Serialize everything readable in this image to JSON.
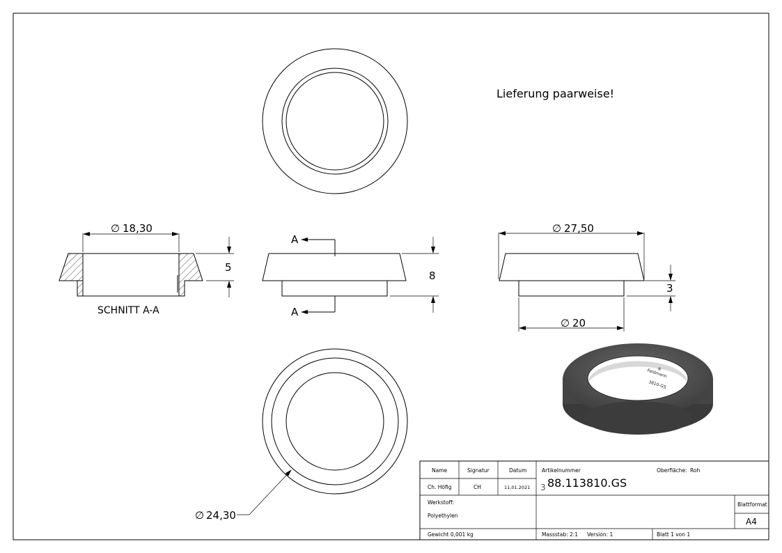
{
  "note": "Lieferung paarweise!",
  "dimensions": {
    "inner_top_diameter": "18,30",
    "height_cone": "5",
    "total_height": "8",
    "outer_diameter": "27,50",
    "step_height": "3",
    "bottom_diameter": "20",
    "ring_diameter": "24,30",
    "diameter_symbol": "∅"
  },
  "section": {
    "marker": "A",
    "label": "SCHNITT A-A"
  },
  "render_marks": {
    "line1": "®",
    "line2": "Feldmann",
    "line3": "3810-GS"
  },
  "title_block": {
    "headers": [
      "Name",
      "Signatur",
      "Datum"
    ],
    "name": "Ch. Höfig",
    "signatur": "CH",
    "datum": "11.01.2021",
    "artikelnummer_label": "Artikelnummer",
    "artikelnummer": "88.113810.GS",
    "artikelnummer_prefix": "3",
    "oberflaeche_label": "Oberfläche:",
    "oberflaeche": "Roh",
    "werkstoff_label": "Werkstoff:",
    "werkstoff": "Polyethylen",
    "blattformat_label": "Blattformat",
    "blattformat": "A4",
    "gewicht": "Gewicht 0,001 kg",
    "massstab": "Massstab: 2:1",
    "version": "Version: 1",
    "blatt": "Blatt 1 von 1"
  },
  "colors": {
    "line": "#000000",
    "render_dark": "#4a4a4a",
    "render_top": "#5c5c5c"
  }
}
